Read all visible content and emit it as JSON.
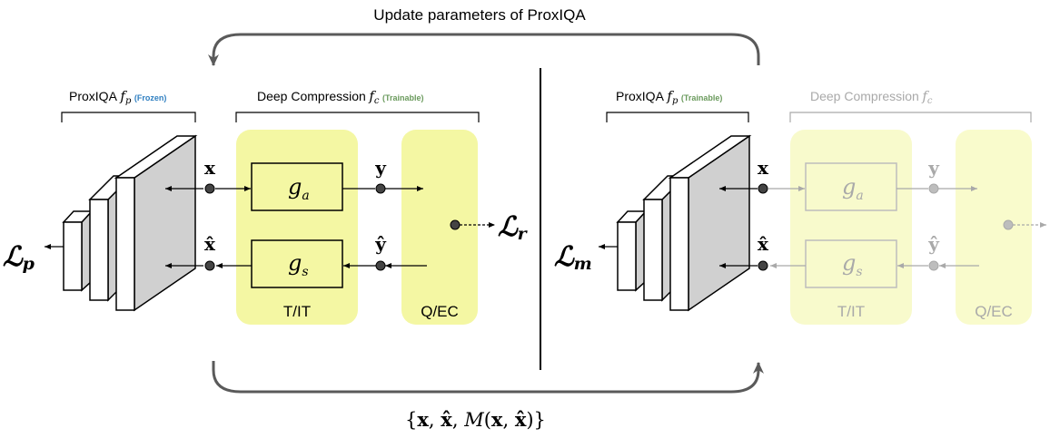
{
  "top_caption": "Update parameters of ProxIQA",
  "bottom_caption": "{x, x̂, M(x, x̂)}",
  "bottom_caption_parts": {
    "open": "{",
    "x": "x",
    "comma": ",",
    "xhat": "x̂",
    "M": "M",
    "lparen": "(",
    "rparen": ")",
    "close": "}"
  },
  "left_panel": {
    "proxiqa_label": "ProxIQA",
    "proxiqa_symbol": "f",
    "proxiqa_sub": "p",
    "proxiqa_state": "(Frozen)",
    "compression_label": "Deep Compression",
    "compression_symbol": "f",
    "compression_sub": "c",
    "compression_state": "(Trainable)",
    "loss_symbol": "ℒ",
    "loss_sub": "p",
    "loss_r_symbol": "ℒ",
    "loss_r_sub": "r",
    "x": "x",
    "xhat": "x̂",
    "y": "y",
    "yhat": "ŷ",
    "ga": "g",
    "ga_sub": "a",
    "gs": "g",
    "gs_sub": "s",
    "tit": "T/IT",
    "qec": "Q/EC"
  },
  "right_panel": {
    "proxiqa_label": "ProxIQA",
    "proxiqa_symbol": "f",
    "proxiqa_sub": "p",
    "proxiqa_state": "(Trainable)",
    "compression_label": "Deep Compression",
    "compression_symbol": "f",
    "compression_sub": "c",
    "loss_symbol": "ℒ",
    "loss_sub": "m",
    "x": "x",
    "xhat": "x̂",
    "y": "y",
    "yhat": "ŷ",
    "ga": "g",
    "ga_sub": "a",
    "gs": "g",
    "gs_sub": "s",
    "tit": "T/IT",
    "qec": "Q/EC"
  },
  "colors": {
    "yellow_box": "#f4f7a3",
    "frozen_blue": "#2f7fc1",
    "trainable_green": "#6a9a5c",
    "faded": "#a9a9a9",
    "arc": "#5a5a5a"
  }
}
